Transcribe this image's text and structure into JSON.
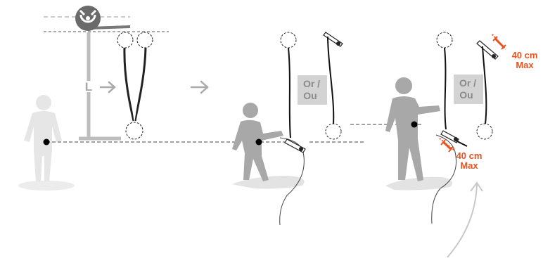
{
  "labels": {
    "length": "L",
    "or_line1": "Or /",
    "or_line2": "Ou",
    "max_distance_value": "40 cm",
    "max_distance_word": "Max"
  },
  "icons": [
    "anchor-icon",
    "arrow-right-icon",
    "person-silhouette-icon",
    "carabiner-icon",
    "curved-arrow-icon"
  ],
  "colors": {
    "accent": "#e8531f",
    "figure_light": "#e6e6e6",
    "figure_mid": "#a8a8a8",
    "panel": "#d3d3d3",
    "panel_text": "#8a8a8a",
    "line_dark": "#111111",
    "line_gray": "#b5b5b5"
  }
}
